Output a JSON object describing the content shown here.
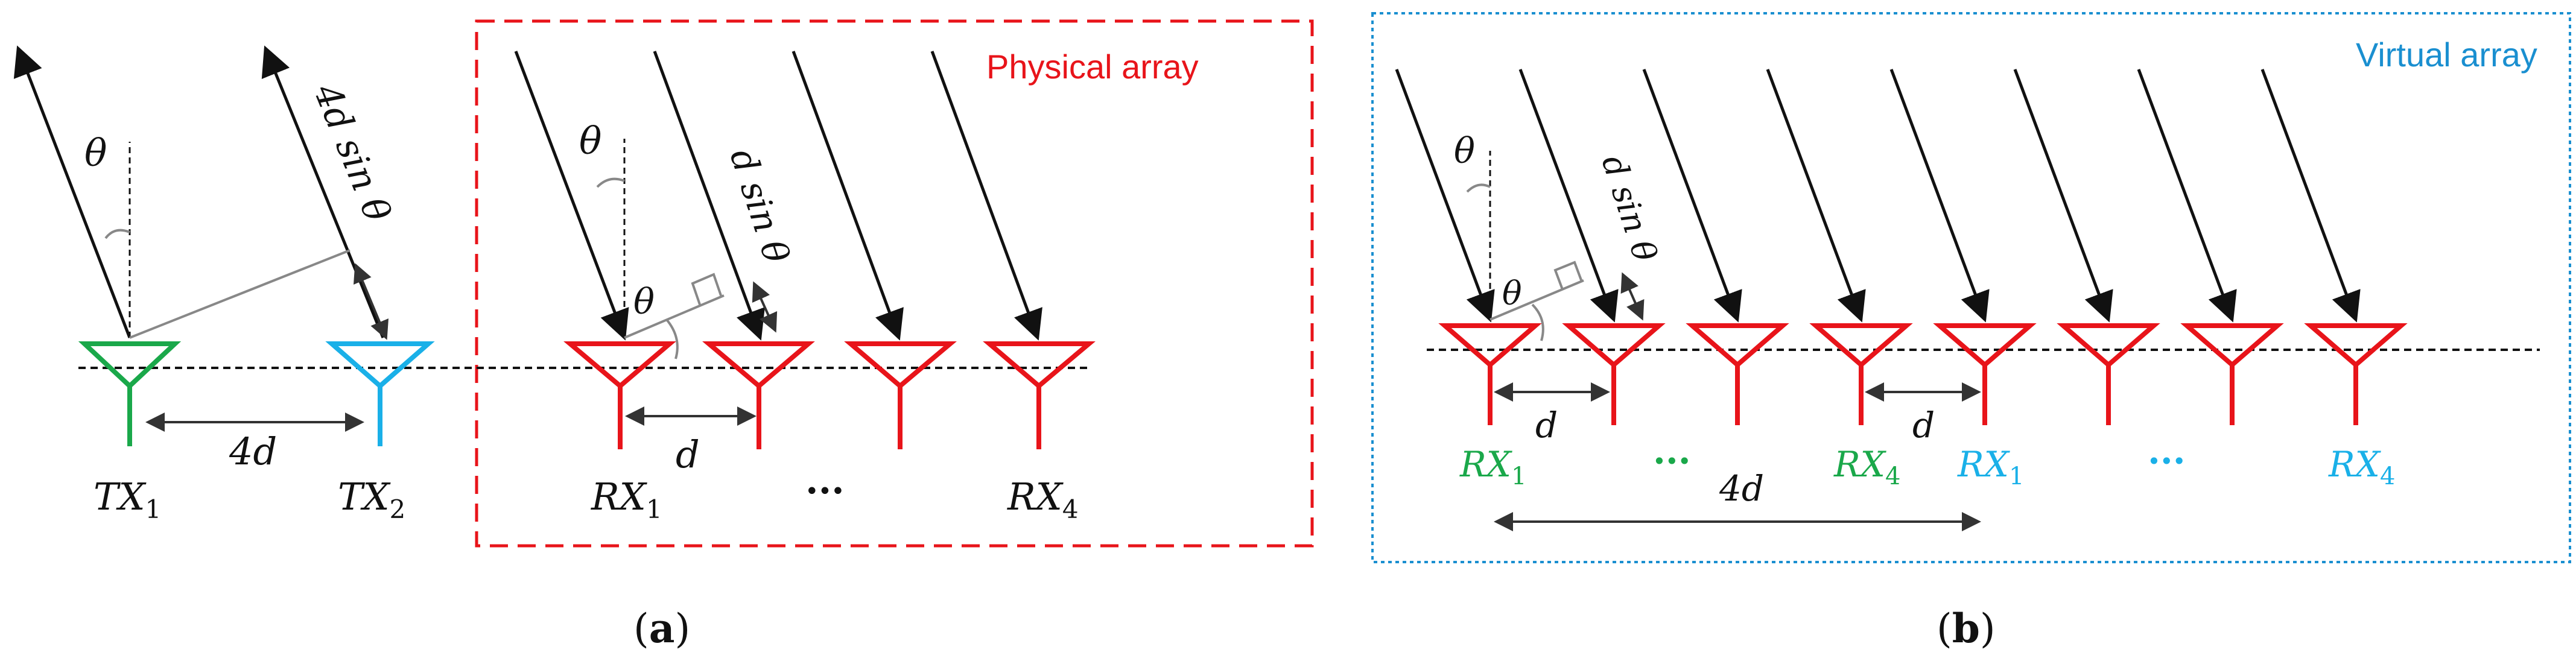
{
  "colors": {
    "tx1": "#1aa84a",
    "tx2": "#1ab0e8",
    "rx": "#e8141a",
    "physical_box": "#e8141a",
    "virtual_box": "#1a8fd0",
    "arrow": "#111111",
    "gray_line": "#888888",
    "dim_arrow": "#333333"
  },
  "panel_a": {
    "label": "(a)",
    "box_title": "Physical array",
    "tx1_label": {
      "main": "TX",
      "sub": "1"
    },
    "tx2_label": {
      "main": "TX",
      "sub": "2"
    },
    "tx_spacing": "4d",
    "tx_path_diff": "4d sin θ",
    "theta": "θ",
    "rx_theta": "θ",
    "rx1_label": {
      "main": "RX",
      "sub": "1"
    },
    "rx4_label": {
      "main": "RX",
      "sub": "4"
    },
    "rx_ellipsis": "···",
    "rx_spacing": "d",
    "rx_path_diff": "d sin θ"
  },
  "panel_b": {
    "label": "(b)",
    "box_title": "Virtual array",
    "theta_top": "θ",
    "theta_bottom": "θ",
    "path_diff": "d sin θ",
    "spacing_left": "d",
    "spacing_right": "d",
    "span": "4d",
    "labels": [
      {
        "main": "RX",
        "sub": "1",
        "color_key": "tx1"
      },
      {
        "main": "···",
        "sub": "",
        "color_key": "tx1"
      },
      {
        "main": "RX",
        "sub": "4",
        "color_key": "tx1"
      },
      {
        "main": "RX",
        "sub": "1",
        "color_key": "tx2"
      },
      {
        "main": "···",
        "sub": "",
        "color_key": "tx2"
      },
      {
        "main": "RX",
        "sub": "4",
        "color_key": "tx2"
      }
    ]
  }
}
